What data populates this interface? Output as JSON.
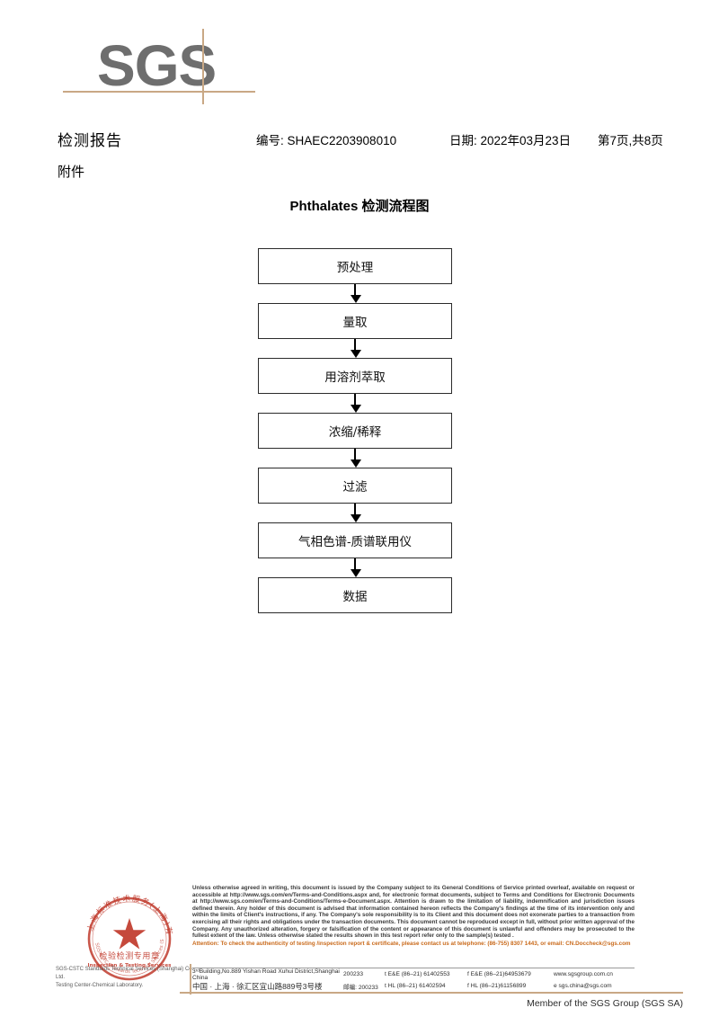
{
  "logo": {
    "text": "SGS"
  },
  "header": {
    "title": "检测报告",
    "report_no": "编号: SHAEC2203908010",
    "date": "日期: 2022年03月23日",
    "page": "第7页,共8页",
    "subtitle": "附件"
  },
  "flow": {
    "title": "Phthalates 检测流程图",
    "steps": [
      {
        "label": "预处理"
      },
      {
        "label": "量取"
      },
      {
        "label": "用溶剂萃取"
      },
      {
        "label": "浓缩/稀释"
      },
      {
        "label": "过滤"
      },
      {
        "label": "气相色谱-质谱联用仪"
      },
      {
        "label": "数据"
      }
    ]
  },
  "stamp": {
    "outer_cn": "上海标准技术服务(上海)有限公司",
    "line1": "检验检测专用章",
    "line2": "Inspection & Testing Services",
    "arc_en": "SGS-CSTC Standards Technical Services (Shanghai) Co., Ltd."
  },
  "company": {
    "line1": "SGS-CSTC Standards Technical Services (Shanghai) Co. Ltd.",
    "line2": "Testing Center-Chemical Laboratory."
  },
  "legal": {
    "body": "Unless otherwise agreed in writing, this document is issued by the Company subject to its General Conditions of Service printed overleaf, available on request or accessible at http://www.sgs.com/en/Terms-and-Conditions.aspx and, for electronic format documents, subject to Terms and Conditions for Electronic Documents at http://www.sgs.com/en/Terms-and-Conditions/Terms-e-Document.aspx. Attention is drawn to the limitation of liability, indemnification and jurisdiction issues defined therein. Any holder of this document is advised that information contained hereon reflects the Company's findings at the time of its intervention only and within the limits of Client's instructions, if any. The Company's sole responsibility is to its Client and this document does not exonerate parties to a transaction from exercising all their rights and obligations under the transaction documents. This document cannot be reproduced except in full, without prior written approval of the Company. Any unauthorized alteration, forgery or falsification of the content or appearance of this document is unlawful and offenders may be prosecuted to the fullest extent of the law. Unless otherwise stated the results shown in this test report refer only to the sample(s) tested .",
    "attention": "Attention: To check the authenticity of testing /inspection report & certificate, please contact us at telephone: (86-755) 8307 1443, or email: CN.Doccheck@sgs.com"
  },
  "address": {
    "en_address": "3ʳᵈBuilding,No.889 Yishan Road Xuhui District,Shanghai China",
    "en_zip": "200233",
    "en_tel1": "t E&E (86–21) 61402553",
    "en_fax1": "f E&E (86–21)64953679",
    "en_web": "www.sgsgroup.com.cn",
    "cn_address": "中国 · 上海 · 徐汇区宜山路889号3号楼",
    "cn_zip": "邮编: 200233",
    "cn_tel1": "t HL (86–21) 61402594",
    "cn_fax1": "f HL (86–21)61156899",
    "cn_email": "e  sgs.china@sgs.com"
  },
  "footer": {
    "member": "Member of the SGS Group (SGS SA)"
  },
  "colors": {
    "logo_gray": "#6e6e6e",
    "rule_tan": "#c9a885",
    "attention_orange": "#c96a1b",
    "stamp_red": "#c0392b"
  }
}
